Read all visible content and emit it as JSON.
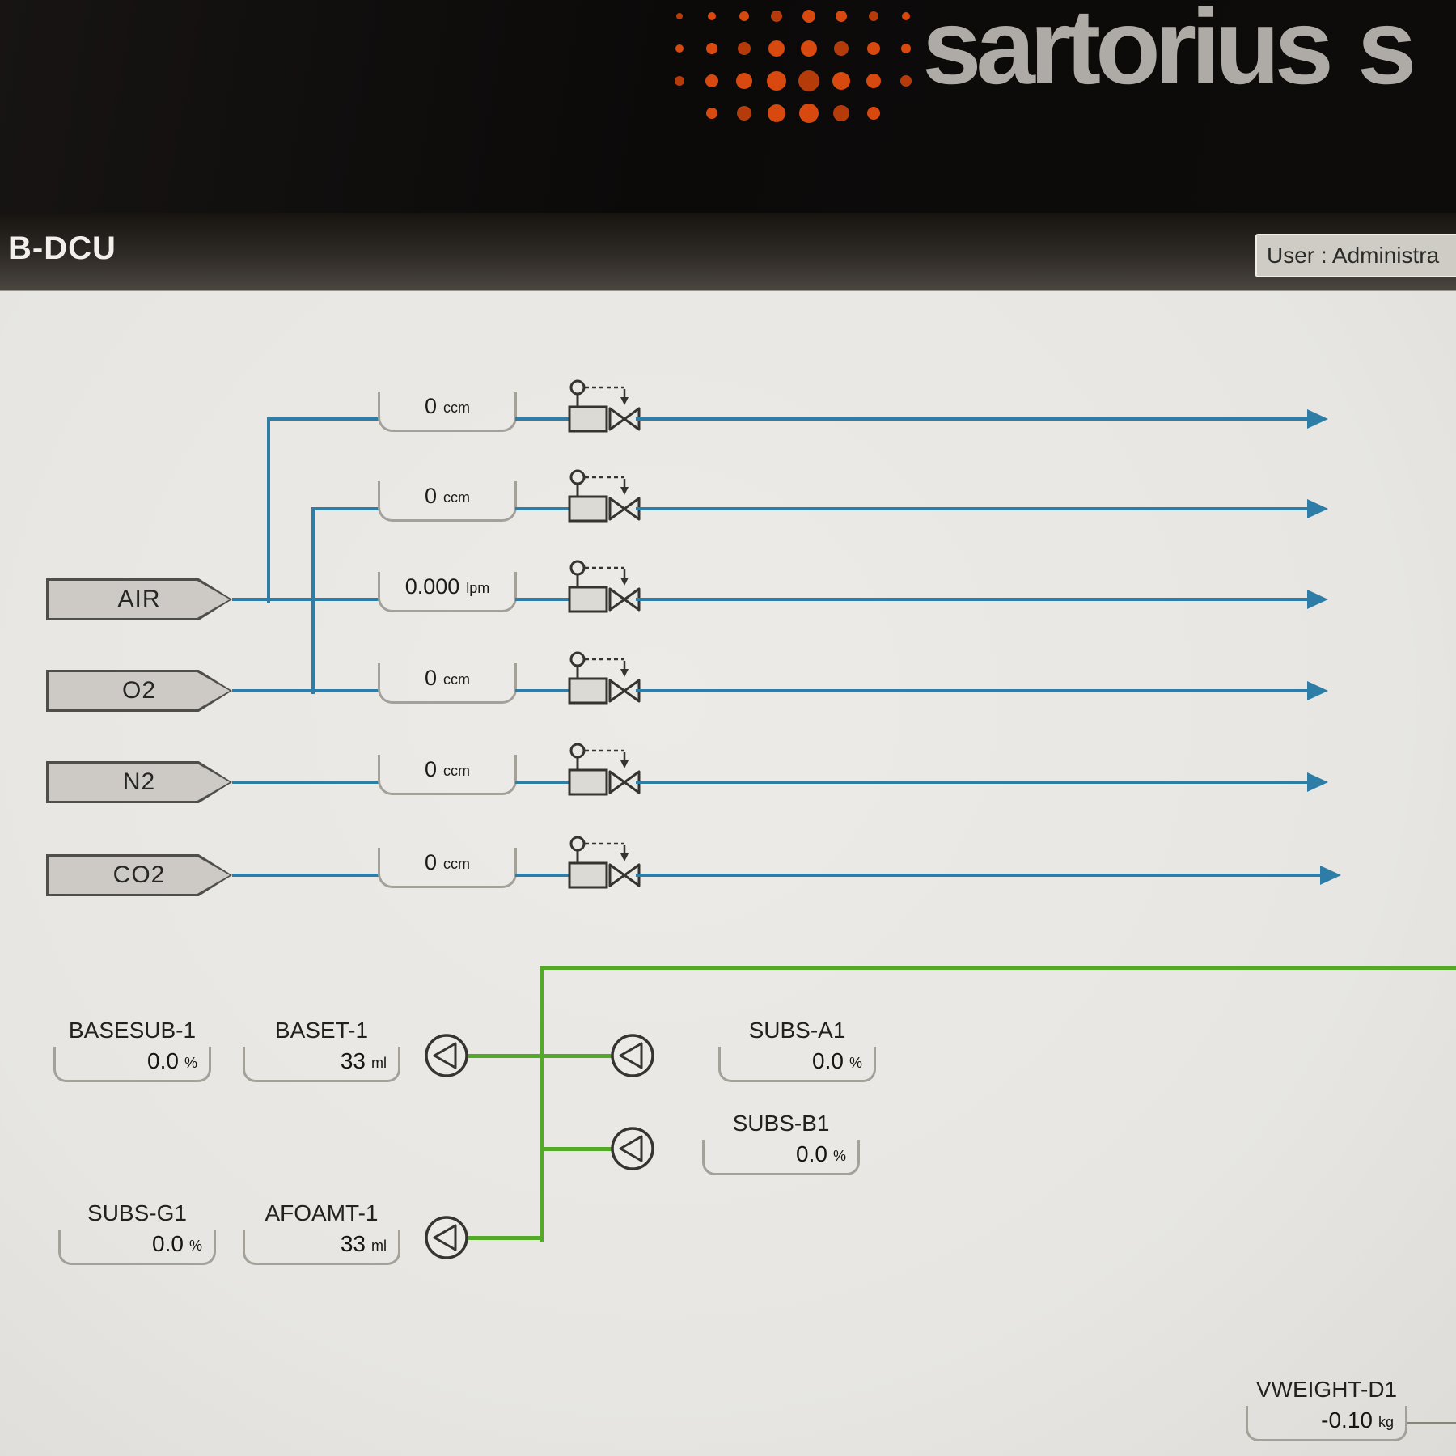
{
  "header": {
    "logo_text": "sartorius",
    "logo_partial": "s"
  },
  "titlebar": {
    "app_title": "B-DCU",
    "user_label": "User : Administra"
  },
  "gas": {
    "tags": [
      {
        "label": "AIR"
      },
      {
        "label": "O2"
      },
      {
        "label": "N2"
      },
      {
        "label": "CO2"
      }
    ],
    "flows": [
      {
        "value": "0",
        "unit": "ccm"
      },
      {
        "value": "0",
        "unit": "ccm"
      },
      {
        "value": "0.000",
        "unit": "lpm"
      },
      {
        "value": "0",
        "unit": "ccm"
      },
      {
        "value": "0",
        "unit": "ccm"
      },
      {
        "value": "0",
        "unit": "ccm"
      }
    ]
  },
  "liquids": {
    "channels": [
      {
        "name": "BASESUB-1",
        "value": "0.0",
        "unit": "%"
      },
      {
        "name": "BASET-1",
        "value": "33",
        "unit": "ml"
      },
      {
        "name": "SUBS-A1",
        "value": "0.0",
        "unit": "%"
      },
      {
        "name": "SUBS-B1",
        "value": "0.0",
        "unit": "%"
      },
      {
        "name": "SUBS-G1",
        "value": "0.0",
        "unit": "%"
      },
      {
        "name": "AFOAMT-1",
        "value": "33",
        "unit": "ml"
      }
    ],
    "weight": {
      "name": "VWEIGHT-D1",
      "value": "-0.10",
      "unit": "kg"
    }
  },
  "colors": {
    "blue": "#2e7da7",
    "green": "#54aa28",
    "orange": "#d7490e"
  }
}
